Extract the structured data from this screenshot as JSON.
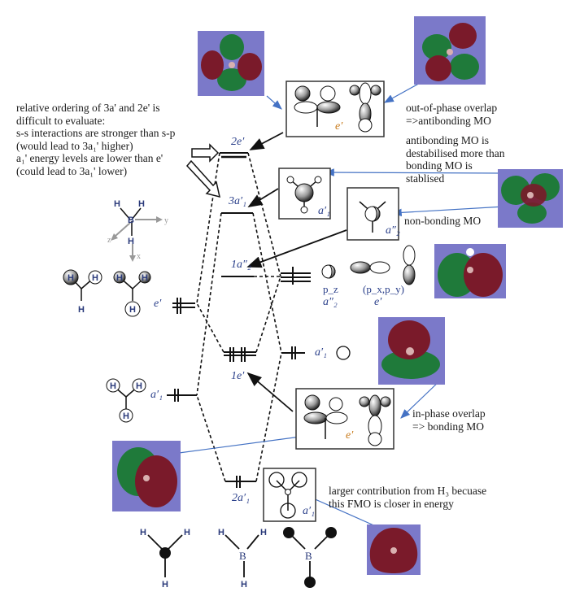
{
  "notes": {
    "ordering": [
      "relative ordering of 3a' and 2e' is",
      "difficult to evaluate:",
      "s-s interactions are stronger than s-p",
      "(would lead to 3a₁' higher)",
      "a₁' energy levels are lower than e'",
      "(could lead to 3a₁' lower)"
    ],
    "antibonding_1": "out-of-phase overlap",
    "antibonding_2": "=>antibonding MO",
    "destab_1": "antibonding MO is",
    "destab_2": "destabilised more than",
    "destab_3": "bonding MO is",
    "destab_4": "stablised",
    "nonbonding": "non-bonding MO",
    "bonding_1": "in-phase overlap",
    "bonding_2": "=> bonding MO",
    "contribution_1": "larger contribution from H₃ becuase",
    "contribution_2": "this FMO is closer in energy"
  },
  "mo_levels": {
    "2e": "2e′",
    "3a1": "3a′₁",
    "1a2": "1a″₂",
    "1e": "1e′",
    "2a1": "2a′₁"
  },
  "fragment_labels": {
    "h3_e": "e′",
    "h3_a1": "a′₁",
    "b_a1": "a′₁",
    "b_pz": "p_z",
    "b_pz_sym": "a″₂",
    "b_pxpy": "(p_x,p_y)",
    "b_pxpy_sym": "e′"
  },
  "box_labels": {
    "top_e": "e′",
    "a1_box": "a′₁",
    "a2_box": "a″₂",
    "bottom_e": "e′",
    "bottom_a1": "a′₁"
  },
  "axes": {
    "x": "x",
    "y": "y",
    "z": "z"
  },
  "atoms": {
    "H": "H",
    "B": "B"
  },
  "colors": {
    "mo_background": "#7b79c9",
    "phase_green": "#1f7a3a",
    "phase_red": "#7a1a2a",
    "label_blue": "#2a3f8a",
    "leader_blue": "#4472c4"
  }
}
